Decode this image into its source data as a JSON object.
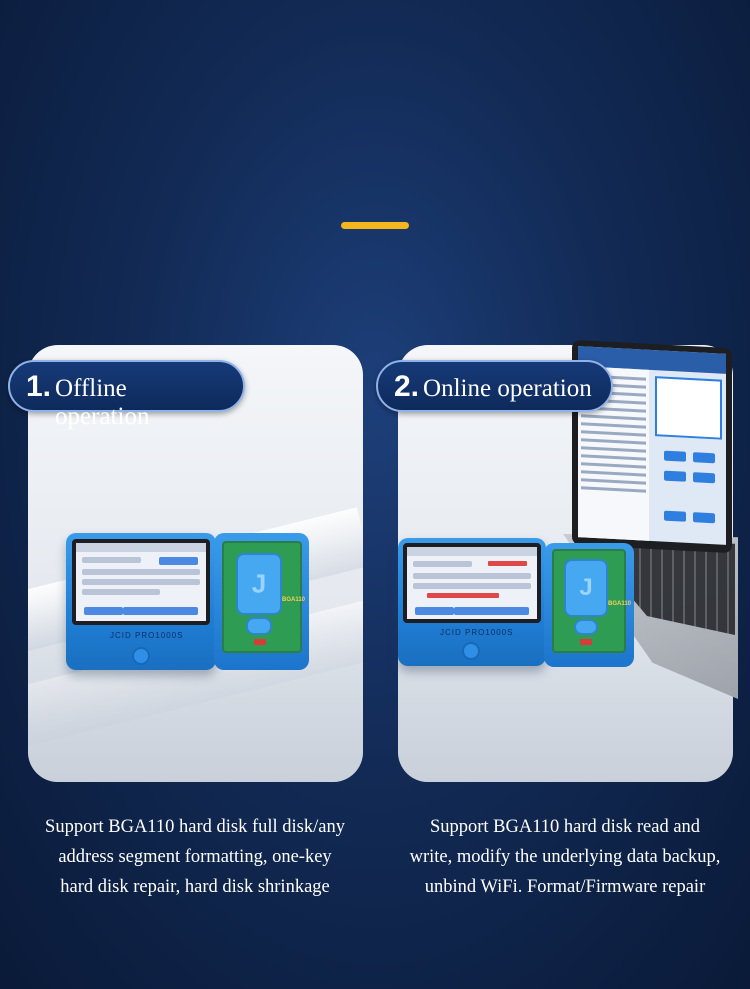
{
  "sections": [
    {
      "number": "1.",
      "title": "Offline operation",
      "caption_lines": [
        "Support BGA110 hard disk full disk/any",
        "address segment formatting, one-key",
        "hard disk repair, hard disk shrinkage"
      ]
    },
    {
      "number": "2.",
      "title": "Online operation",
      "caption_lines": [
        "Support BGA110 hard disk read and",
        "write, modify the underlying data backup,",
        "unbind WiFi. Format/Firmware repair"
      ]
    }
  ],
  "device": {
    "label": "JCID PRO1000S",
    "board_label": "BGA110",
    "socket_logo": "J"
  },
  "colors": {
    "background": "#122a55",
    "accent": "#f5b51c",
    "pill": "#163a78",
    "device_blue": "#1f7fd6"
  }
}
